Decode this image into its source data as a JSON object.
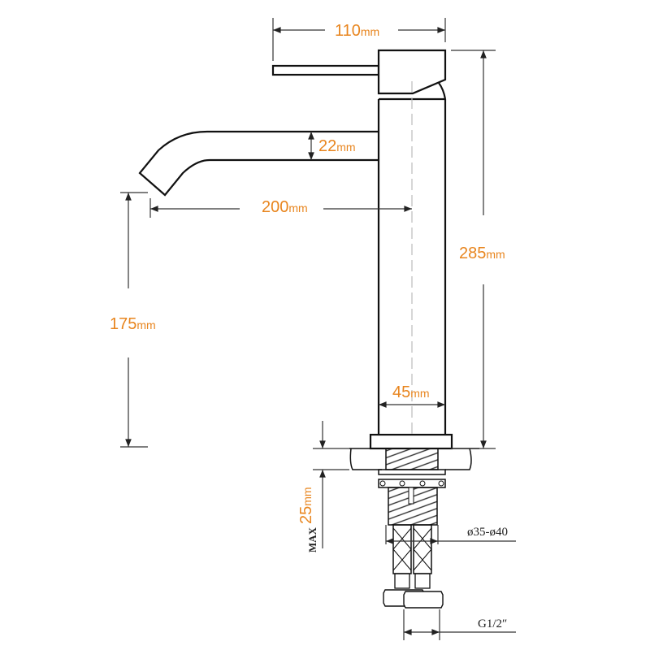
{
  "diagram": {
    "subject": "Tall single-lever basin faucet technical dimension drawing",
    "accent_color": "#E8851E",
    "line_color": "#111111",
    "dimensions": {
      "handle_length": {
        "value": "110",
        "unit": "mm"
      },
      "spout_diameter": {
        "value": "22",
        "unit": "mm"
      },
      "spout_reach": {
        "value": "200",
        "unit": "mm"
      },
      "total_height": {
        "value": "285",
        "unit": "mm"
      },
      "spout_height": {
        "value": "175",
        "unit": "mm"
      },
      "body_diameter": {
        "value": "45",
        "unit": "mm"
      },
      "max_deck_thickness": {
        "prefix": "MAX",
        "value": "25",
        "unit": "mm"
      },
      "hole_diameter": {
        "label": "ø35-ø40"
      },
      "connection": {
        "label": "G1/2″"
      }
    }
  }
}
